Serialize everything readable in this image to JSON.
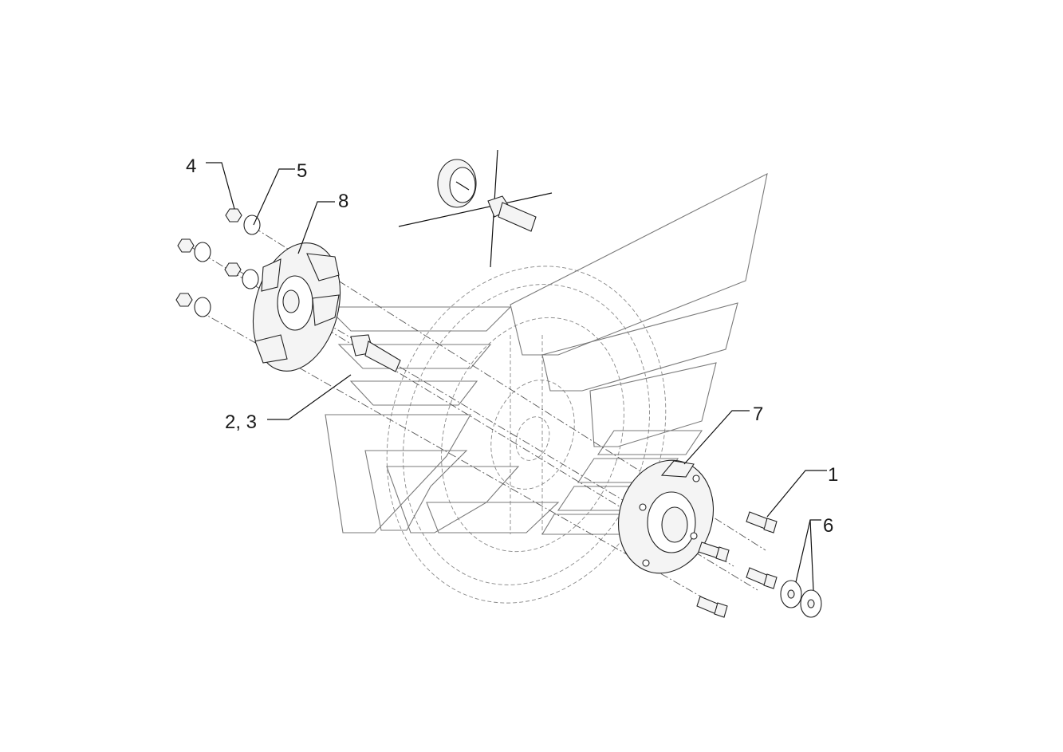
{
  "callouts": {
    "c1": "1",
    "c23": "2, 3",
    "c4": "4",
    "c5": "5",
    "c6": "6",
    "c7": "7",
    "c8": "8"
  }
}
